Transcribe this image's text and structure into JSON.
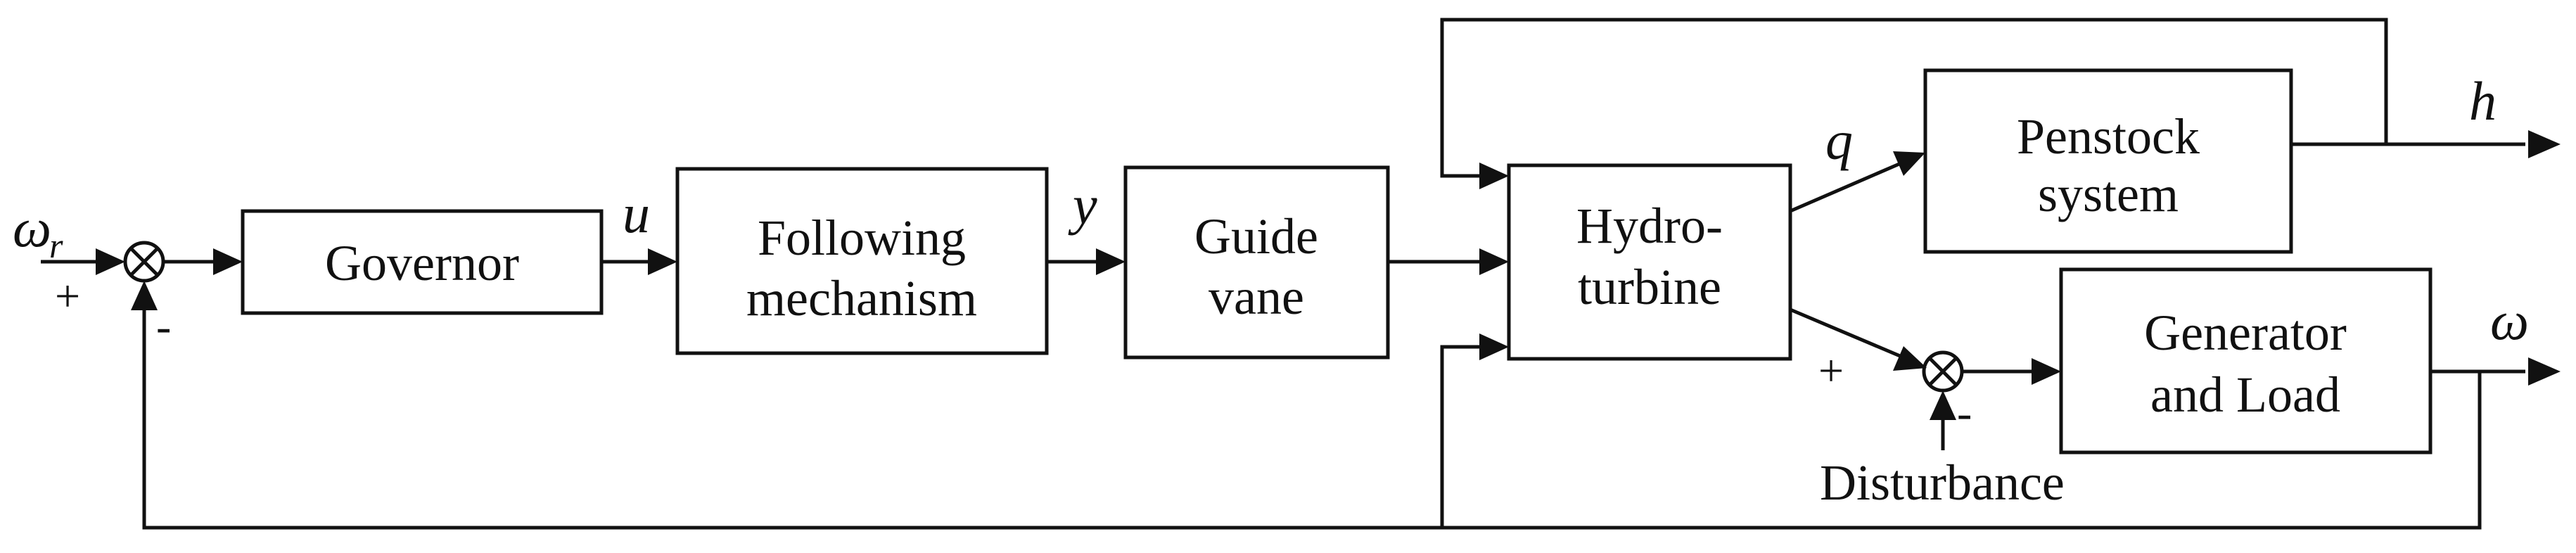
{
  "blocks": {
    "governor": "Governor",
    "following_1": "Following",
    "following_2": "mechanism",
    "guide_1": "Guide",
    "guide_2": "vane",
    "turbine_1": "Hydro-",
    "turbine_2": "turbine",
    "penstock_1": "Penstock",
    "penstock_2": "system",
    "generator_1": "Generator",
    "generator_2": "and Load"
  },
  "signals": {
    "reference": "ω",
    "reference_sub": "r",
    "u": "u",
    "y": "y",
    "q": "q",
    "h": "h",
    "omega": "ω"
  },
  "signs": {
    "sum1_plus": "+",
    "sum1_minus": "-",
    "sum2_plus": "+",
    "sum2_minus": "-"
  },
  "inputs": {
    "disturbance": "Disturbance"
  }
}
